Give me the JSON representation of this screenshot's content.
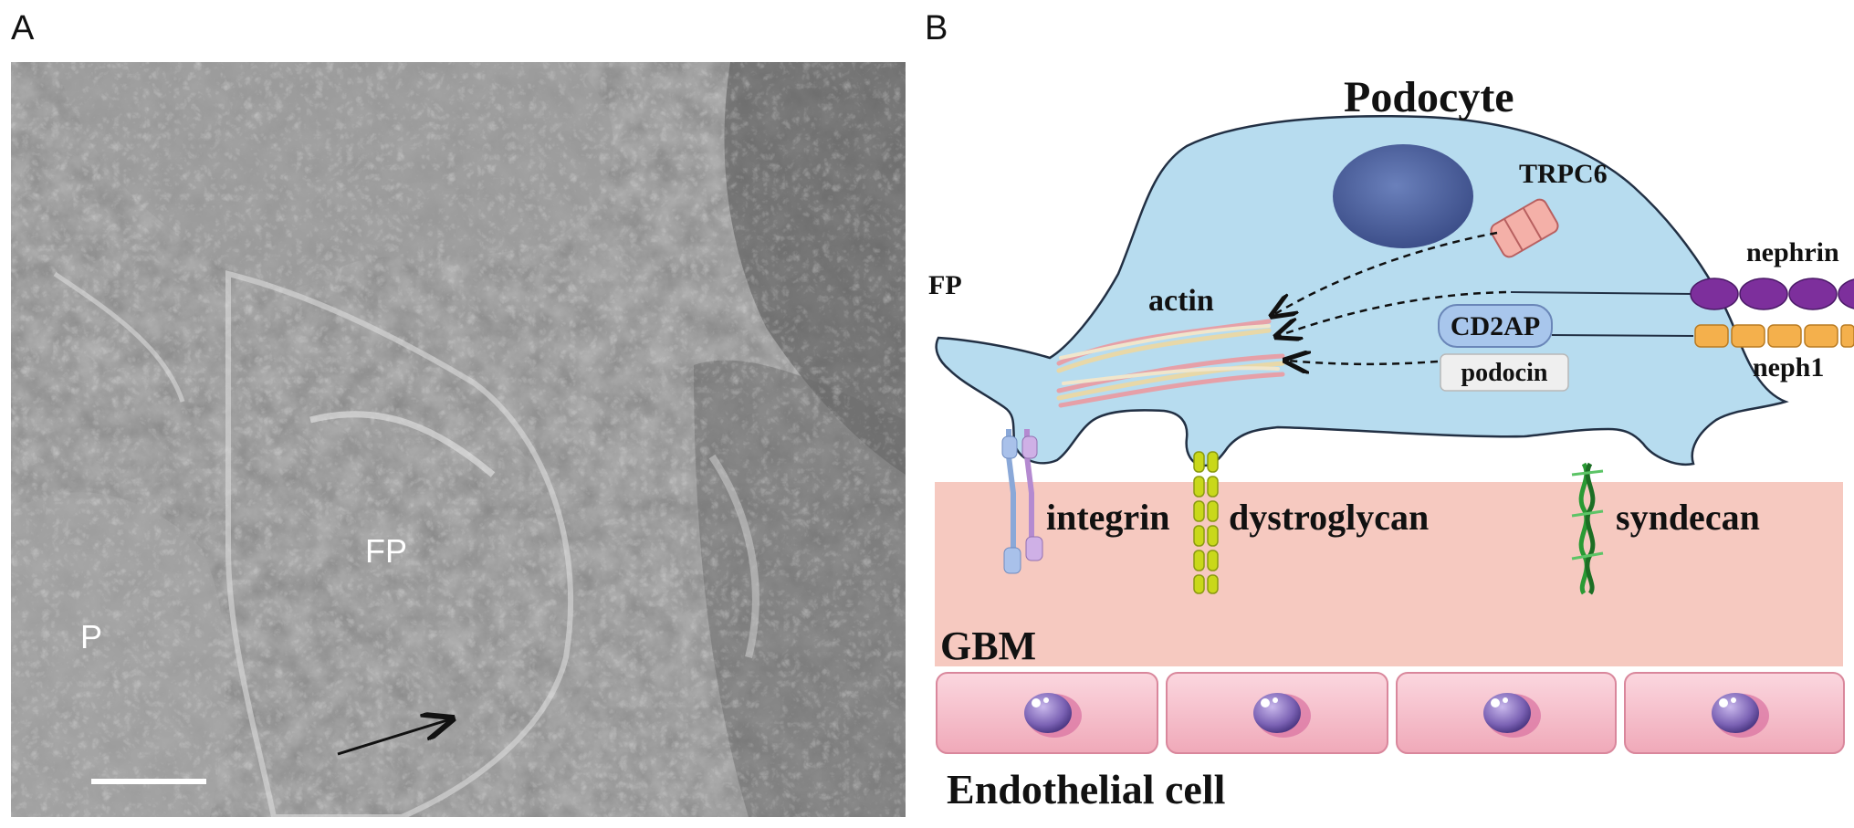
{
  "panel_a": {
    "letter": "A",
    "labels": {
      "fp": "FP",
      "p": "P"
    }
  },
  "panel_b": {
    "letter": "B",
    "title": "Podocyte",
    "labels": {
      "fp": "FP",
      "actin": "actin",
      "trpc6": "TRPC6",
      "nephrin": "nephrin",
      "cd2ap": "CD2AP",
      "neph1": "neph1",
      "podocin": "podocin",
      "integrin": "integrin",
      "dystroglycan": "dystroglycan",
      "syndecan": "syndecan",
      "gbm": "GBM",
      "endothelial": "Endothelial cell"
    },
    "colors": {
      "cell_fill": "#b7dcef",
      "nucleus": "#4a63a0",
      "gbm": "#f6c9c0",
      "endothelial": "#f2b6c3",
      "nephrin": "#7d2f9c",
      "neph1": "#f4b04c",
      "cd2ap": "#a8c6ec"
    }
  }
}
